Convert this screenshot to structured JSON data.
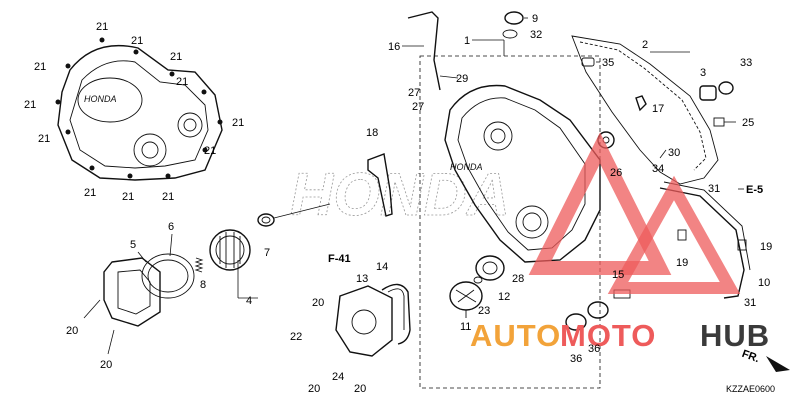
{
  "watermark": {
    "auto": "AUTO",
    "moto": "MOTO",
    "hub": "HUB",
    "colors": {
      "auto": "#f2a33a",
      "moto": "#ee5b5b",
      "hub": "#3a3a3a"
    }
  },
  "diagram_code": "KZZAE0600",
  "direction_label": "FR.",
  "refs": {
    "e5": "E-5",
    "f41": "F-41"
  },
  "brand": {
    "cover": "HONDA",
    "clutch_cover": "HONDA"
  },
  "callouts": {
    "c1": "1",
    "c2": "2",
    "c3": "3",
    "c4": "4",
    "c5": "5",
    "c6": "6",
    "c7": "7",
    "c8": "8",
    "c9": "9",
    "c10": "10",
    "c11": "11",
    "c12": "12",
    "c13": "13",
    "c14": "14",
    "c15": "15",
    "c16": "16",
    "c17": "17",
    "c18": "18",
    "c19a": "19",
    "c19b": "19",
    "c20a": "20",
    "c20b": "20",
    "c20c": "20",
    "c20d": "20",
    "c20e": "20",
    "c21a": "21",
    "c21b": "21",
    "c21c": "21",
    "c21d": "21",
    "c21e": "21",
    "c21f": "21",
    "c21g": "21",
    "c21h": "21",
    "c21i": "21",
    "c21j": "21",
    "c21k": "21",
    "c21l": "21",
    "c22": "22",
    "c23": "23",
    "c24": "24",
    "c25": "25",
    "c26": "26",
    "c27a": "27",
    "c27b": "27",
    "c28": "28",
    "c29": "29",
    "c30": "30",
    "c31a": "31",
    "c31b": "31",
    "c32": "32",
    "c33": "33",
    "c34": "34",
    "c35": "35",
    "c36a": "36",
    "c36b": "36"
  }
}
